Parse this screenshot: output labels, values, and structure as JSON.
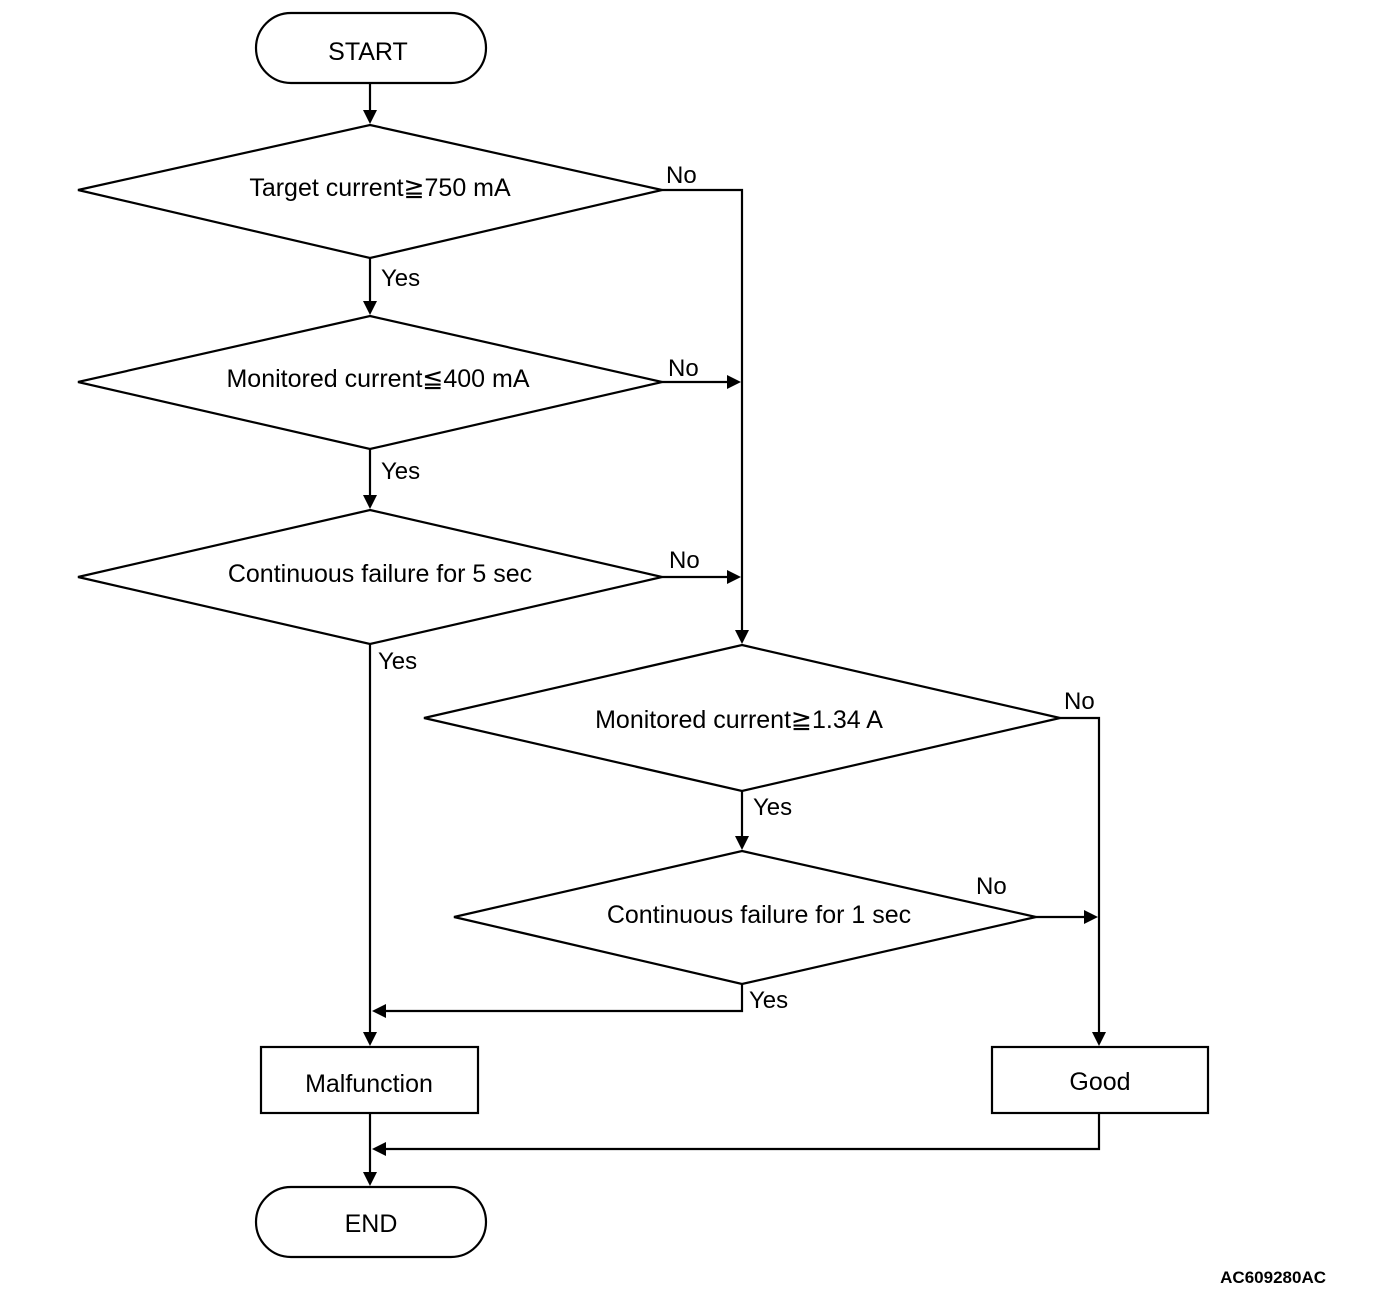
{
  "nodes": {
    "start": "START",
    "d1": "Target current≧750 mA",
    "d2": "Monitored current≦400 mA",
    "d3": "Continuous failure for 5 sec",
    "d4": "Monitored current≧1.34 A",
    "d5": "Continuous failure for 1 sec",
    "malfunction": "Malfunction",
    "good": "Good",
    "end": "END"
  },
  "branches": {
    "d1_yes": "Yes",
    "d1_no": "No",
    "d2_yes": "Yes",
    "d2_no": "No",
    "d3_yes": "Yes",
    "d3_no": "No",
    "d4_yes": "Yes",
    "d4_no": "No",
    "d5_yes": "Yes",
    "d5_no": "No"
  },
  "reference_code": "AC609280AC"
}
